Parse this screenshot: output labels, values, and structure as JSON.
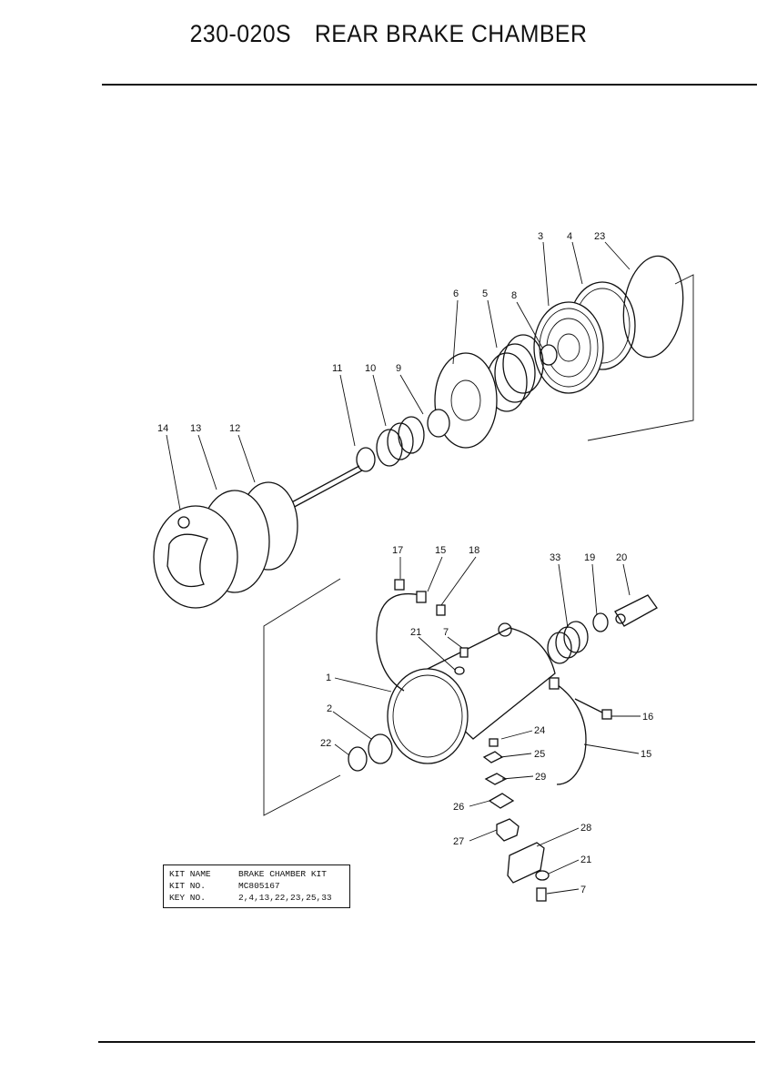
{
  "header": {
    "code": "230-020S",
    "title": "REAR BRAKE CHAMBER"
  },
  "kit": {
    "rows": [
      {
        "label": "KIT  NAME",
        "value": "BRAKE CHAMBER KIT"
      },
      {
        "label": "KIT  NO.",
        "value": "MC805167"
      },
      {
        "label": "KEY  NO.",
        "value": "2,4,13,22,23,25,33"
      }
    ]
  },
  "callouts": [
    "1",
    "2",
    "3",
    "4",
    "5",
    "6",
    "7",
    "8",
    "9",
    "10",
    "11",
    "12",
    "13",
    "14",
    "15",
    "16",
    "17",
    "18",
    "19",
    "20",
    "21",
    "22",
    "23",
    "24",
    "25",
    "26",
    "27",
    "28",
    "29",
    "33"
  ]
}
